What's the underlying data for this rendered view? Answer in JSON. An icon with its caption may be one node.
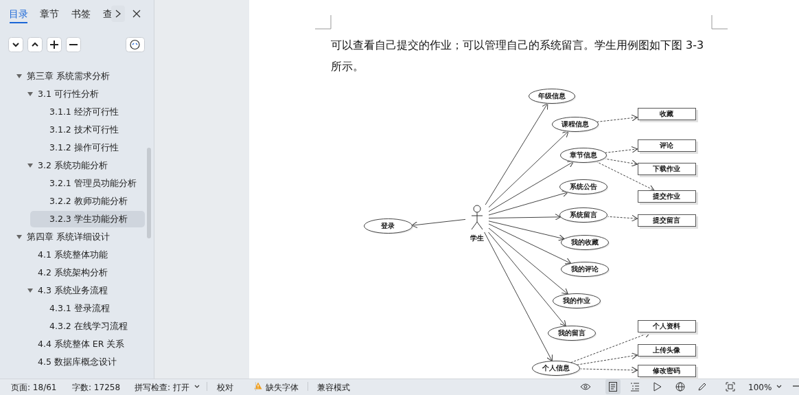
{
  "diagram": {
    "nodes": [
      {
        "text": [
          "年级信息"
        ]
      },
      {
        "text": [
          "课程信息"
        ]
      },
      {
        "text": [
          "收藏"
        ]
      },
      {
        "text": [
          "章节信息"
        ]
      },
      {
        "text": [
          "评论"
        ]
      },
      {
        "text": [
          "下载作业"
        ]
      },
      {
        "text": [
          "提交作业"
        ]
      },
      {
        "text": [
          "系统公告"
        ]
      },
      {
        "text": [
          "系统留言"
        ]
      },
      {
        "text": [
          "提交留言"
        ]
      },
      {
        "text": [
          "登录"
        ]
      },
      {
        "text": [
          "学生"
        ]
      },
      {
        "text": [
          "我的收藏"
        ]
      },
      {
        "text": [
          "我的评论"
        ]
      },
      {
        "text": [
          "我的作业"
        ]
      },
      {
        "text": [
          "我的留言"
        ]
      },
      {
        "text": [
          "个人信息"
        ]
      },
      {
        "text": [
          "个人资料"
        ]
      },
      {
        "text": [
          "上传头像"
        ]
      },
      {
        "text": [
          "修改密码"
        ]
      }
    ],
    "edges": [
      {
        "from": 11,
        "to": 0,
        "arrow": "to"
      },
      {
        "from": 11,
        "to": 1,
        "arrow": "to"
      },
      {
        "from": 1,
        "to": 2,
        "arrow": "to",
        "style": "dashed"
      },
      {
        "from": 11,
        "to": 3,
        "arrow": "to"
      },
      {
        "from": 3,
        "to": 4,
        "arrow": "to",
        "style": "dashed"
      },
      {
        "from": 3,
        "to": 5,
        "arrow": "to",
        "style": "dashed"
      },
      {
        "from": 3,
        "to": 6,
        "arrow": "to",
        "style": "dashed"
      },
      {
        "from": 11,
        "to": 7,
        "arrow": "to"
      },
      {
        "from": 11,
        "to": 8,
        "arrow": "to"
      },
      {
        "from": 8,
        "to": 9,
        "arrow": "to",
        "style": "dashed"
      },
      {
        "from": 11,
        "to": 10,
        "arrow": "to"
      },
      {
        "from": 11,
        "to": 12,
        "arrow": "to"
      },
      {
        "from": 11,
        "to": 13,
        "arrow": "to"
      },
      {
        "from": 11,
        "to": 14,
        "arrow": "to"
      },
      {
        "from": 11,
        "to": 15,
        "arrow": "to"
      },
      {
        "from": 11,
        "to": 16,
        "arrow": "to"
      },
      {
        "from": 16,
        "to": 17,
        "arrow": "to",
        "style": "dashed"
      },
      {
        "from": 16,
        "to": 18,
        "arrow": "to",
        "style": "dashed"
      },
      {
        "from": 16,
        "to": 19,
        "arrow": "to",
        "style": "dashed"
      }
    ],
    "labels": [
      "目录",
      "章节",
      "书签",
      "查",
      "第三章 系统需求分析",
      "3.1 可行性分析",
      "3.1.1 经济可行性",
      "3.1.2 技术可行性",
      "3.1.2 操作可行性",
      "3.2 系统功能分析",
      "3.2.1 管理员功能分析",
      "3.2.2 教师功能分析",
      "3.2.3 学生功能分析",
      "第四章 系统详细设计",
      "4.1 系统整体功能",
      "4.2 系统架构分析",
      "4.3 系统业务流程",
      "4.3.1 登录流程",
      "4.3.2 在线学习流程",
      "4.4 系统整体 ER 关系",
      "4.5 数据库概念设计",
      "可以查看自己提交的作业；可以管理自己的系统留言。学生用例图如下图 3-3 所示。",
      "页面: 18/61",
      "字数: 17258",
      "拼写检查: 打开",
      "校对",
      "缺失字体",
      "兼容模式",
      "100%"
    ]
  }
}
